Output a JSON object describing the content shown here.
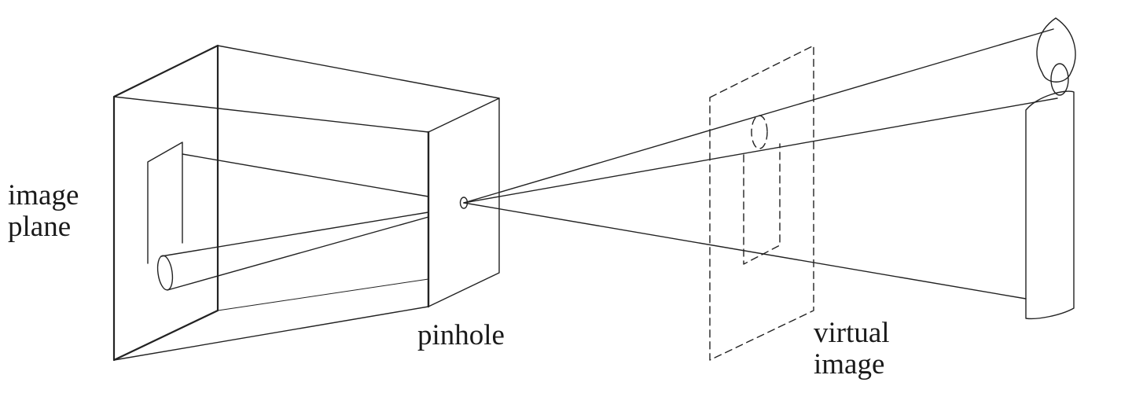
{
  "labels": {
    "image_plane": {
      "line1": "image",
      "line2": "plane"
    },
    "pinhole": "pinhole",
    "virtual_image": {
      "line1": "virtual",
      "line2": "image"
    }
  },
  "colors": {
    "line": "#222222",
    "background": "#ffffff"
  }
}
